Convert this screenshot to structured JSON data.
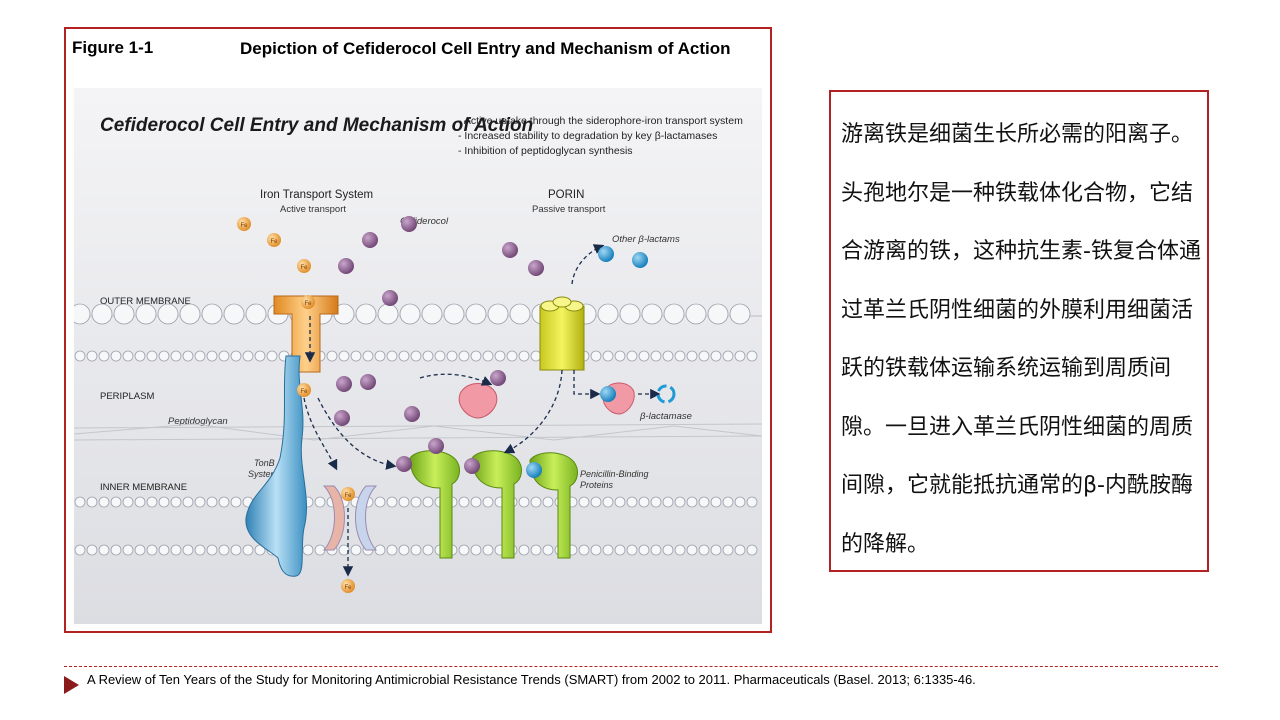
{
  "figure": {
    "label": "Figure 1-1",
    "title": "Depiction of Cefiderocol Cell Entry and Mechanism of Action"
  },
  "diagram": {
    "heading": "Cefiderocol Cell Entry and Mechanism of Action",
    "bullets": [
      "- Active uptake through the siderophore-iron transport system",
      "- Increased stability to degradation by key β-lactamases",
      "- Inhibition of peptidoglycan synthesis"
    ],
    "iron_transport_title": "Iron Transport System",
    "iron_transport_sub": "Active transport",
    "cefiderocol_label": "Cefiderocol",
    "porin_title": "PORIN",
    "porin_sub": "Passive transport",
    "other_beta_lactams": "Other β-lactams",
    "outer_membrane": "OUTER MEMBRANE",
    "periplasm": "PERIPLASM",
    "peptidoglycan": "Peptidoglycan",
    "beta_lactamase": "β-lactamase",
    "tonb_line1": "TonB",
    "tonb_line2": "System",
    "inner_membrane": "INNER MEMBRANE",
    "pbp_line1": "Penicillin-Binding",
    "pbp_line2": "Proteins",
    "fe": "Fe"
  },
  "description": {
    "text": "游离铁是细菌生长所必需的阳离子。头孢地尔是一种铁载体化合物，它结合游离的铁，这种抗生素-铁复合体通过革兰氏阴性细菌的外膜利用细菌活跃的铁载体运输系统运输到周质间隙。一旦进入革兰氏阴性细菌的周质间隙，它就能抵抗通常的β-内酰胺酶的降解。"
  },
  "reference": {
    "text": "A Review of Ten Years of the Study for Monitoring Antimicrobial Resistance Trends (SMART) from 2002 to 2011. Pharmaceuticals (Basel. 2013; 6:1335-46."
  },
  "colors": {
    "frame": "#b22222",
    "cefiderocol": "#8b5f8f",
    "iron": "#f0a040",
    "other_beta_lactam": "#1e9ad6",
    "pbp": "#9acd32",
    "porin": "#e0e030",
    "beta_lactamase": "#f08090",
    "tonb": "#5aa9d6"
  }
}
